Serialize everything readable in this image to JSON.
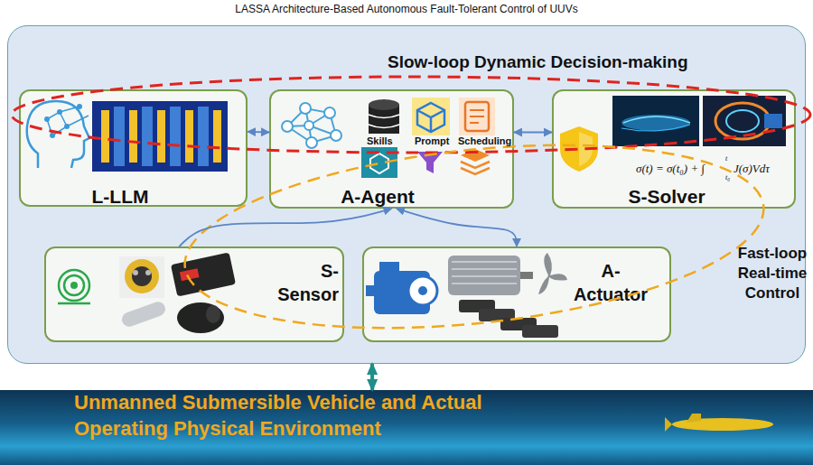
{
  "diagram": {
    "title": "LASSA Architecture-Based Autonomous Fault-Tolerant Control of UUVs",
    "nodes": [
      {
        "text": [
          "Slow-loop Dynamic Decision-making",
          "Fast-loop Real-time Control"
        ]
      },
      {
        "text": [
          "L-LLM"
        ],
        "in": 0
      },
      {
        "text": [
          "A-Agent"
        ],
        "in": 0
      },
      {
        "text": [
          "S-Solver"
        ],
        "in": 0
      },
      {
        "text": [
          "S- Sensor"
        ],
        "in": 0
      },
      {
        "text": [
          "A- Actuator"
        ],
        "in": 0
      },
      {
        "text": [
          "Unmanned Submersible Vehicle and Actual Operating Physical Environment"
        ]
      }
    ],
    "edges": [
      {
        "from": 1,
        "to": 2,
        "arrow": "both"
      },
      {
        "from": 2,
        "to": 3,
        "arrow": "both"
      },
      {
        "from": 4,
        "to": 2,
        "arrow": "to"
      },
      {
        "from": 2,
        "to": 5,
        "arrow": "both"
      },
      {
        "from": 0,
        "to": 6,
        "arrow": "both"
      }
    ],
    "labels": [
      "Skills",
      "Prompt",
      "Scheduling",
      "σ(t) = σ(t₀) + ∫",
      "t",
      "t₀",
      "J(σ)Vdτ"
    ]
  }
}
